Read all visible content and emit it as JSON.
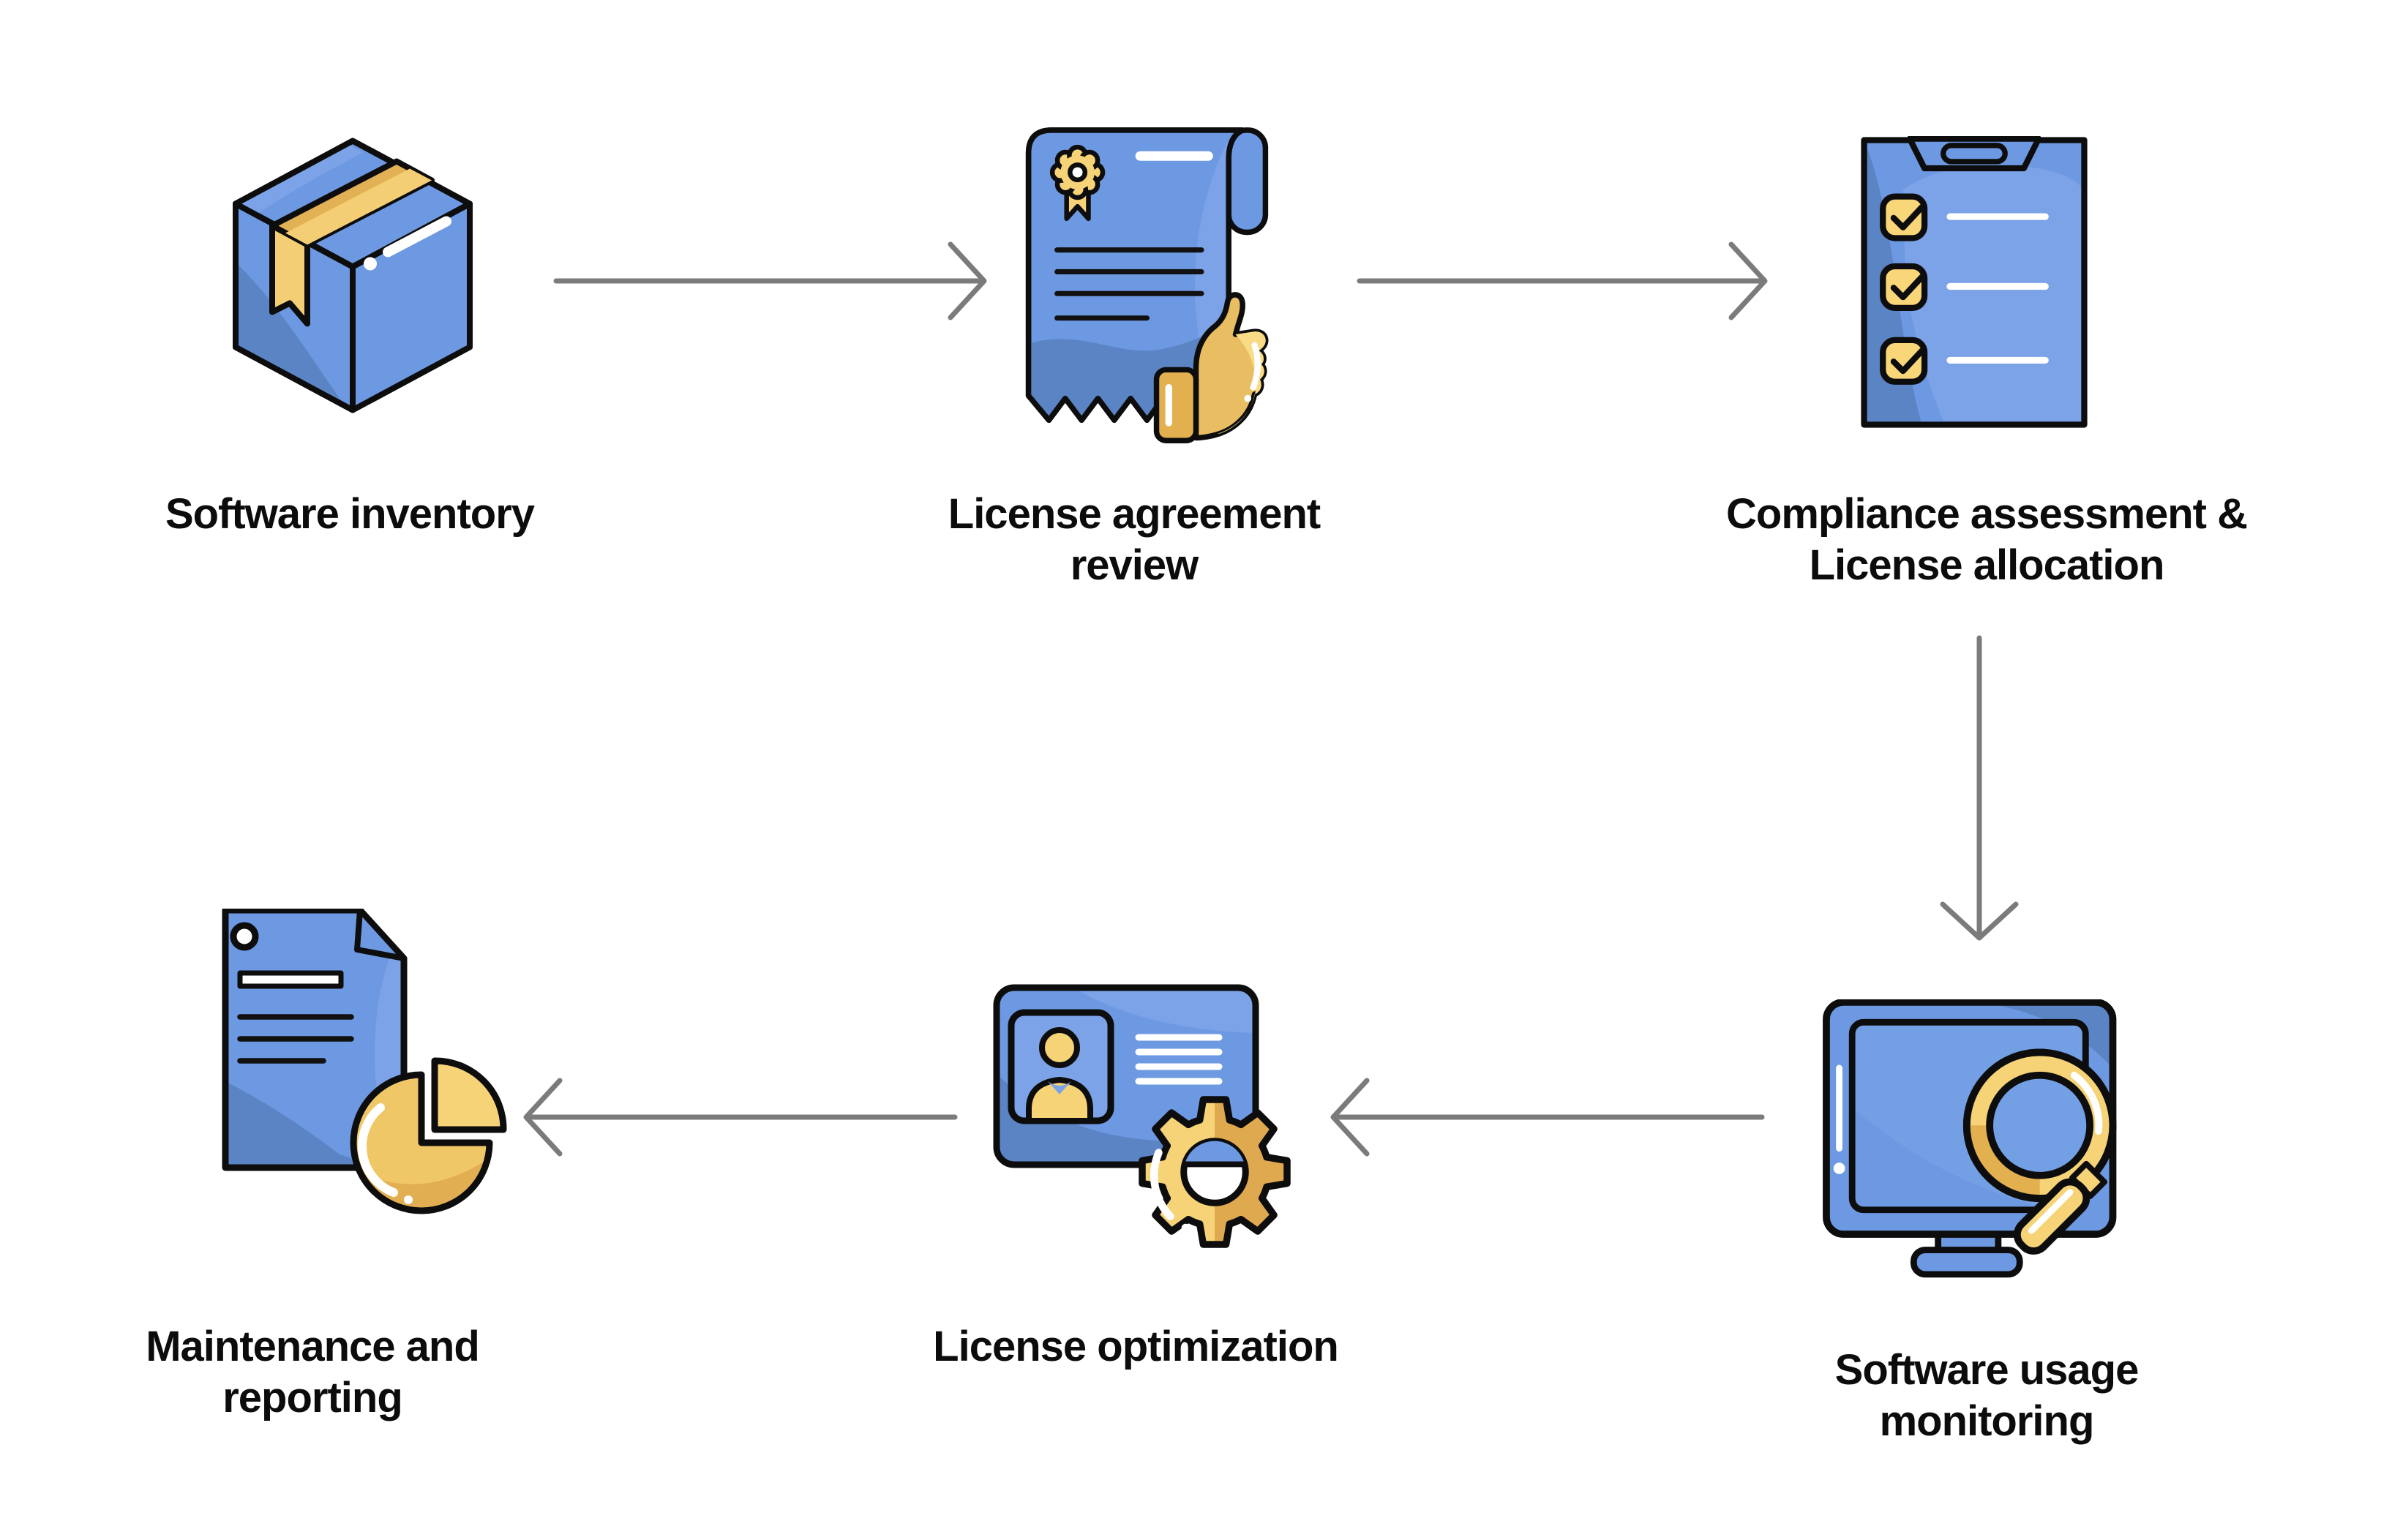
{
  "diagram": {
    "type": "flowchart",
    "subject": "Software license management process",
    "background": "#ffffff"
  },
  "palette": {
    "blue_main": "#6D99E2",
    "blue_dark": "#5B84C5",
    "blue_light": "#7CA3E8",
    "gold_light": "#F6D377",
    "gold_mid": "#EFC566",
    "gold_dark": "#DFA94F",
    "outline": "#0d0d0d",
    "arrow_gray": "#7b7b7b",
    "label_color": "#0c0c0c"
  },
  "steps": [
    {
      "name": "software-inventory",
      "label": "Software inventory",
      "icon": "package-box-icon"
    },
    {
      "name": "license-agreement-review",
      "label": "License agreement review",
      "icon": "license-certificate-thumbs-up-icon"
    },
    {
      "name": "compliance-assessment-license-allocation",
      "label": "Compliance assessment & License allocation",
      "icon": "compliance-checklist-clipboard-icon"
    },
    {
      "name": "software-usage-monitoring",
      "label": "Software usage monitoring",
      "icon": "monitor-magnifying-glass-icon"
    },
    {
      "name": "license-optimization",
      "label": "License optimization",
      "icon": "id-card-gear-icon"
    },
    {
      "name": "maintenance-and-reporting",
      "label": "Maintenance and reporting",
      "icon": "report-pie-chart-icon"
    }
  ],
  "flow": {
    "arrows": [
      {
        "from": "software-inventory",
        "to": "license-agreement-review",
        "direction": "right"
      },
      {
        "from": "license-agreement-review",
        "to": "compliance-assessment-license-allocation",
        "direction": "right"
      },
      {
        "from": "compliance-assessment-license-allocation",
        "to": "software-usage-monitoring",
        "direction": "down"
      },
      {
        "from": "software-usage-monitoring",
        "to": "license-optimization",
        "direction": "left"
      },
      {
        "from": "license-optimization",
        "to": "maintenance-and-reporting",
        "direction": "left"
      }
    ]
  }
}
